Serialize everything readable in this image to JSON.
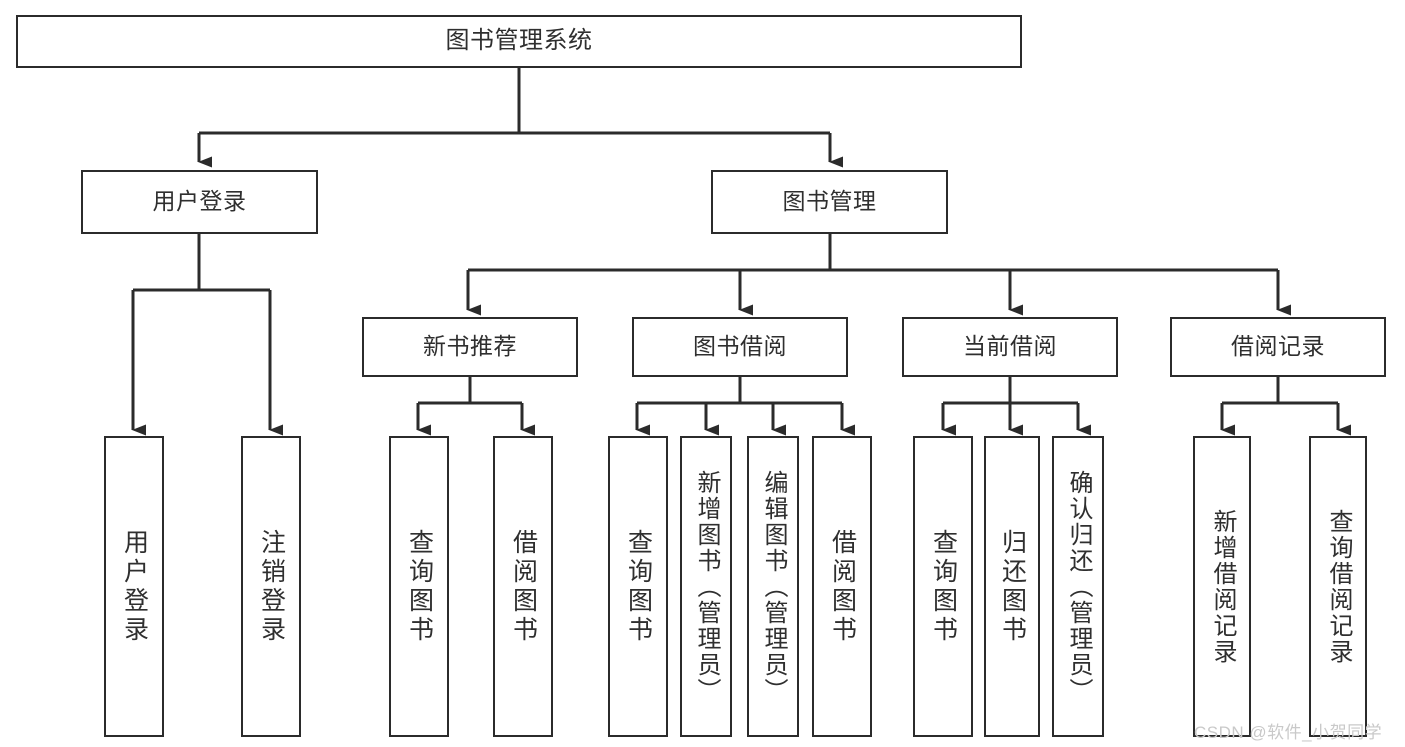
{
  "diagram": {
    "type": "tree",
    "title": "图书管理系统",
    "levels": {
      "root": {
        "label": "图书管理系统"
      },
      "level1": [
        {
          "label": "用户登录"
        },
        {
          "label": "图书管理"
        }
      ],
      "level2": [
        {
          "label": "新书推荐"
        },
        {
          "label": "图书借阅"
        },
        {
          "label": "当前借阅"
        },
        {
          "label": "借阅记录"
        }
      ],
      "leaves": [
        {
          "label": "用户登录",
          "parent": "用户登录"
        },
        {
          "label": "注销登录",
          "parent": "用户登录"
        },
        {
          "label": "查询图书",
          "parent": "新书推荐"
        },
        {
          "label": "借阅图书",
          "parent": "新书推荐"
        },
        {
          "label": "查询图书",
          "parent": "图书借阅"
        },
        {
          "label": "新增图书（管理员）",
          "parent": "图书借阅"
        },
        {
          "label": "编辑图书（管理员）",
          "parent": "图书借阅"
        },
        {
          "label": "借阅图书",
          "parent": "图书借阅"
        },
        {
          "label": "查询图书",
          "parent": "当前借阅"
        },
        {
          "label": "归还图书",
          "parent": "当前借阅"
        },
        {
          "label": "确认归还（管理员）",
          "parent": "当前借阅"
        },
        {
          "label": "新增借阅记录",
          "parent": "借阅记录"
        },
        {
          "label": "查询借阅记录",
          "parent": "借阅记录"
        }
      ]
    }
  },
  "watermark": {
    "text": "CSDN @软件_小贺同学"
  },
  "colors": {
    "background": "#ffffff",
    "box_border": "#2b2b2b",
    "box_fill": "#ffffff",
    "text": "#2f2f2f",
    "connector": "#2b2b2b",
    "watermark": "#c9c9c9"
  }
}
